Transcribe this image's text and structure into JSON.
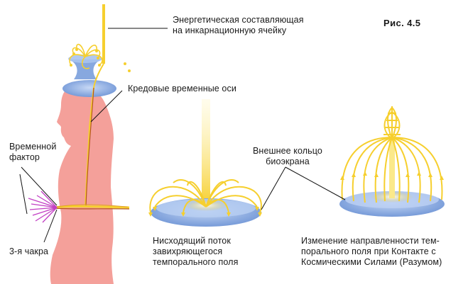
{
  "figure_label": "Рис. 4.5",
  "labels": {
    "energy_component": [
      "Энергетическая составляющая",
      "на инкарнационную ячейку"
    ],
    "credo_axes": "Кредовые временные оси",
    "time_factor": [
      "Временной",
      "фактор"
    ],
    "third_chakra": "3-я чакра",
    "outer_ring": [
      "Внешнее кольцо",
      "биоэкрана"
    ],
    "descending_flow": [
      "Нисходящий поток",
      "завихряющегося",
      "темпорального поля"
    ],
    "direction_change": [
      "Изменение направленности тем-",
      "порального поля при Контакте с",
      "Космическими Силами (Разумом)"
    ]
  },
  "colors": {
    "body": "#f4a09a",
    "disc": "#7a9fdc",
    "disc_top": "#a9c3ee",
    "energy": "#f6cf2e",
    "energy_light": "#fbe98a",
    "chakra": "#c23fc4",
    "axis_line": "#b5561c",
    "pointer": "#111111"
  }
}
